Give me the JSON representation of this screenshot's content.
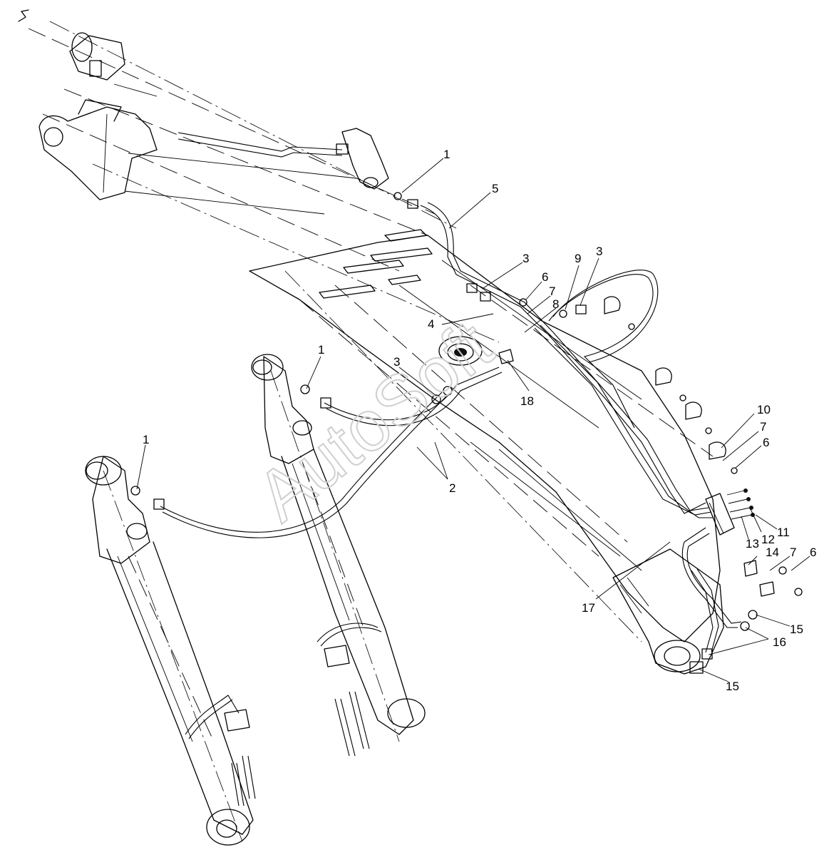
{
  "watermark": "AutoSoft",
  "callouts": [
    {
      "id": "c1a",
      "label": "1"
    },
    {
      "id": "c5",
      "label": "5"
    },
    {
      "id": "c3a",
      "label": "3"
    },
    {
      "id": "c6a",
      "label": "6"
    },
    {
      "id": "c7a",
      "label": "7"
    },
    {
      "id": "c8",
      "label": "8"
    },
    {
      "id": "c4",
      "label": "4"
    },
    {
      "id": "c9",
      "label": "9"
    },
    {
      "id": "c3b",
      "label": "3"
    },
    {
      "id": "c1b",
      "label": "1"
    },
    {
      "id": "c3c",
      "label": "3"
    },
    {
      "id": "c18",
      "label": "18"
    },
    {
      "id": "c1c",
      "label": "1"
    },
    {
      "id": "c2",
      "label": "2"
    },
    {
      "id": "c10",
      "label": "10"
    },
    {
      "id": "c7b",
      "label": "7"
    },
    {
      "id": "c6b",
      "label": "6"
    },
    {
      "id": "c11",
      "label": "11"
    },
    {
      "id": "c12",
      "label": "12"
    },
    {
      "id": "c13",
      "label": "13"
    },
    {
      "id": "c14",
      "label": "14"
    },
    {
      "id": "c7c",
      "label": "7"
    },
    {
      "id": "c6c",
      "label": "6"
    },
    {
      "id": "c17",
      "label": "17"
    },
    {
      "id": "c15a",
      "label": "15"
    },
    {
      "id": "c16",
      "label": "16"
    },
    {
      "id": "c15b",
      "label": "15"
    }
  ]
}
